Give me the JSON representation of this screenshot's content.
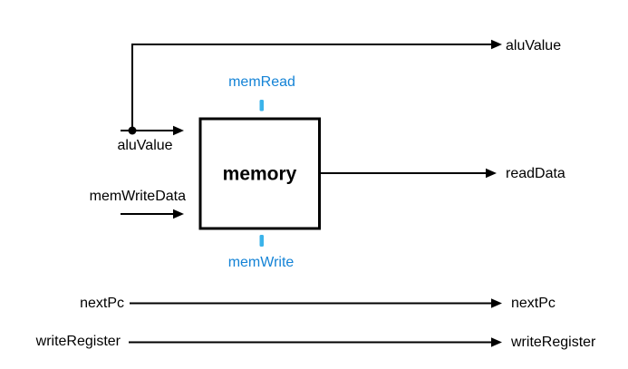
{
  "diagram": {
    "block": {
      "label": "memory"
    },
    "controls": {
      "read": "memRead",
      "write": "memWrite"
    },
    "inputs": {
      "alu_value": "aluValue",
      "mem_write_data": "memWriteData",
      "next_pc": "nextPc",
      "write_register": "writeRegister"
    },
    "outputs": {
      "alu_value": "aluValue",
      "read_data": "readData",
      "next_pc": "nextPc",
      "write_register": "writeRegister"
    },
    "colors": {
      "control_text": "#1483D6",
      "control_dash": "#3BB3EA",
      "wire": "#000000",
      "background": "#FFFFFF"
    }
  }
}
